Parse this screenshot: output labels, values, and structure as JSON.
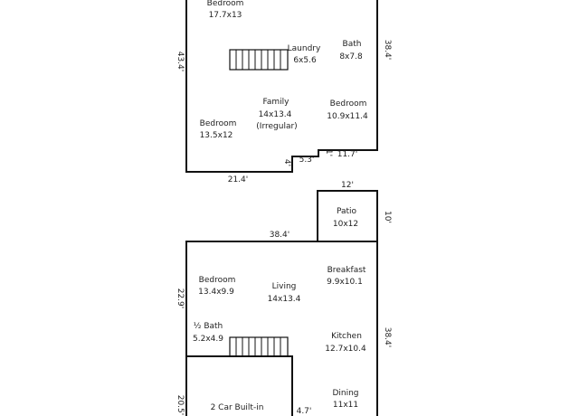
{
  "upper_floor": {
    "rooms": [
      {
        "name": "Bedroom",
        "size": "17.7x13"
      },
      {
        "name": "Laundry",
        "size": "6x5.6"
      },
      {
        "name": "Bath",
        "size": "8x7.8"
      },
      {
        "name": "Family",
        "size": "14x13.4",
        "note": "(Irregular)"
      },
      {
        "name": "Bedroom",
        "size": "10.9x11.4"
      },
      {
        "name": "Bedroom",
        "size": "13.5x12"
      }
    ],
    "dims": {
      "left": "43.4'",
      "right": "38.4'",
      "bottom": "21.4'",
      "notch_a": "4'",
      "notch_b": "5.3'",
      "notch_c": "1'",
      "notch_d": "11.7'"
    }
  },
  "lower_floor": {
    "rooms": [
      {
        "name": "Patio",
        "size": "10x12"
      },
      {
        "name": "Bedroom",
        "size": "13.4x9.9"
      },
      {
        "name": "Living",
        "size": "14x13.4"
      },
      {
        "name": "Breakfast",
        "size": "9.9x10.1"
      },
      {
        "name": "½ Bath",
        "size": "5.2x4.9"
      },
      {
        "name": "Kitchen",
        "size": "12.7x10.4"
      },
      {
        "name": "2 Car Built-in",
        "size": ""
      },
      {
        "name": "Dining",
        "size": "11x11"
      }
    ],
    "dims": {
      "patio_top": "12'",
      "patio_right": "10'",
      "top": "38.4'",
      "left": "22.9'",
      "right": "38.4'",
      "garage_left": "20.5'",
      "garage_right": "4.7'"
    }
  }
}
